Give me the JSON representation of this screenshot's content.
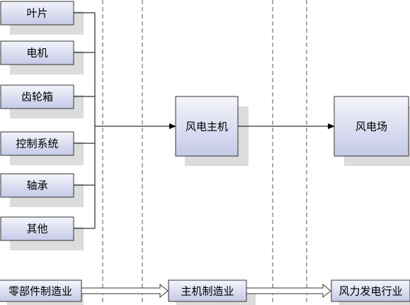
{
  "components": [
    "叶片",
    "电机",
    "齿轮箱",
    "控制系统",
    "轴承",
    "其他"
  ],
  "main_unit": "风电主机",
  "wind_farm": "风电场",
  "industry_chain": [
    "零部件制造业",
    "主机制造业",
    "风力发电行业"
  ],
  "colors": {
    "box_fill_top": "#f4f5fb",
    "box_fill_bottom": "#c5c9e7",
    "box_border": "#333333",
    "shadow": "#dcdcdc",
    "line": "#000000",
    "dashed": "#555555"
  }
}
